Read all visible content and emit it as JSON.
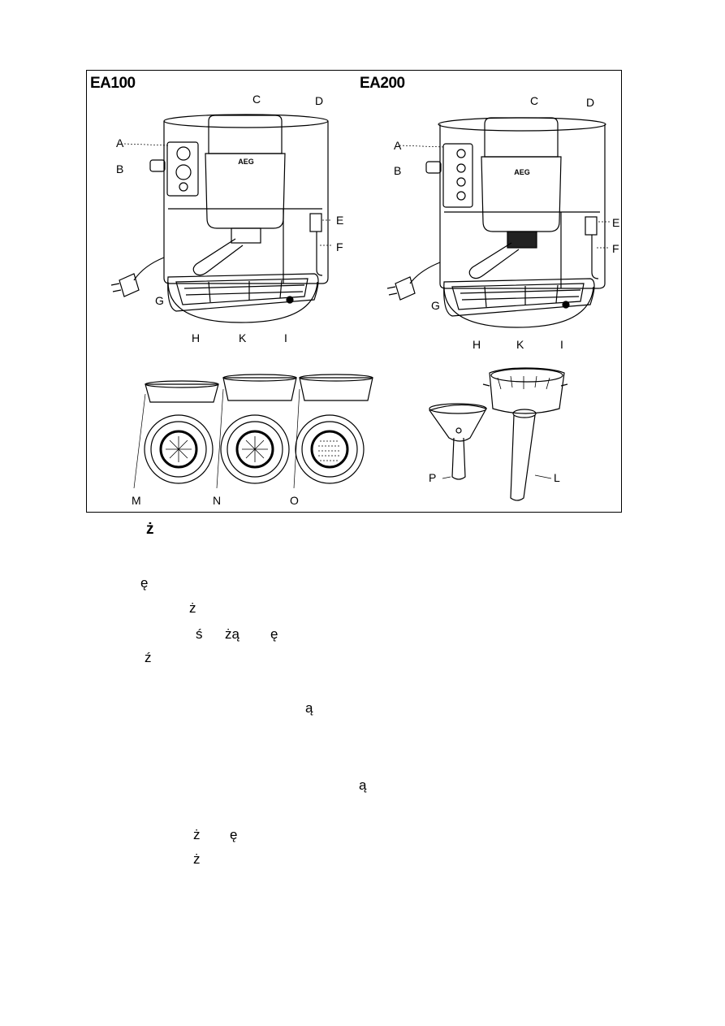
{
  "figure": {
    "left_model": "EA100",
    "right_model": "EA200",
    "brand_label": "AEG",
    "ea100_callouts": {
      "A": "A",
      "B": "B",
      "C": "C",
      "D": "D",
      "E": "E",
      "F": "F",
      "G": "G",
      "H": "H",
      "K": "K",
      "I": "I"
    },
    "ea200_callouts": {
      "A": "A",
      "B": "B",
      "C": "C",
      "D": "D",
      "E": "E",
      "F": "F",
      "G": "G",
      "H": "H",
      "K": "K",
      "I": "I"
    },
    "filter_callouts": {
      "M": "M",
      "N": "N",
      "O": "O"
    },
    "accessory_callouts": {
      "P": "P",
      "L": "L"
    }
  },
  "text_fragments": [
    {
      "id": "g1",
      "text": "ż",
      "bold": true
    },
    {
      "id": "g2",
      "text": "ę"
    },
    {
      "id": "g3",
      "text": "ż"
    },
    {
      "id": "g4",
      "text": "ś"
    },
    {
      "id": "g5",
      "text": "żą"
    },
    {
      "id": "g6",
      "text": "ę"
    },
    {
      "id": "g7",
      "text": "ź"
    },
    {
      "id": "g8",
      "text": "ą"
    },
    {
      "id": "g9",
      "text": "ą"
    },
    {
      "id": "g10",
      "text": "ż"
    },
    {
      "id": "g11",
      "text": "ę"
    },
    {
      "id": "g12",
      "text": "ż"
    }
  ]
}
